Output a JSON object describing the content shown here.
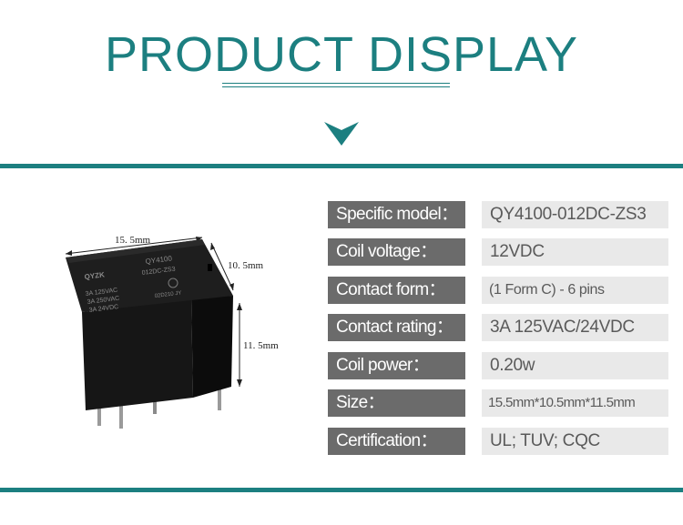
{
  "header": {
    "title": "PRODUCT DISPLAY"
  },
  "product": {
    "brand": "QYZK",
    "printed_lines": [
      "QY4100",
      "012DC-ZS3",
      "3A 125VAC",
      "3A 250VAC",
      "3A 24VDC",
      "02D210 JY"
    ],
    "dimensions": {
      "length": "15. 5mm",
      "width": "10. 5mm",
      "height": "11. 5mm"
    }
  },
  "specs": [
    {
      "label": "Specific model：",
      "value": "QY4100-012DC-ZS3"
    },
    {
      "label": "Coil voltage：",
      "value": "12VDC"
    },
    {
      "label": "Contact form：",
      "value": "(1 Form C) - 6 pins"
    },
    {
      "label": "Contact rating：",
      "value": "3A 125VAC/24VDC"
    },
    {
      "label": "Coil power：",
      "value": "0.20w"
    },
    {
      "label": "Size：",
      "value": "15.5mm*10.5mm*11.5mm"
    },
    {
      "label": "Certification：",
      "value": "UL; TUV; CQC"
    }
  ],
  "colors": {
    "accent": "#1c7f80",
    "label_bg": "#6b6b6b",
    "value_bg": "#e9e9e9"
  },
  "icons": {
    "chevron": "chevron-down-icon"
  }
}
